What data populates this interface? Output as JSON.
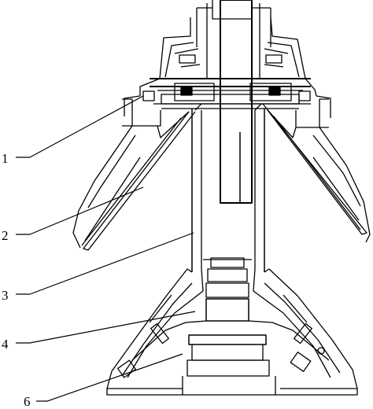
{
  "callouts": [
    {
      "id": "1",
      "label": "1"
    },
    {
      "id": "2",
      "label": "2"
    },
    {
      "id": "3",
      "label": "3"
    },
    {
      "id": "4",
      "label": "4"
    },
    {
      "id": "6",
      "label": "6"
    }
  ],
  "colors": {
    "line": "#000000",
    "background": "#ffffff"
  }
}
